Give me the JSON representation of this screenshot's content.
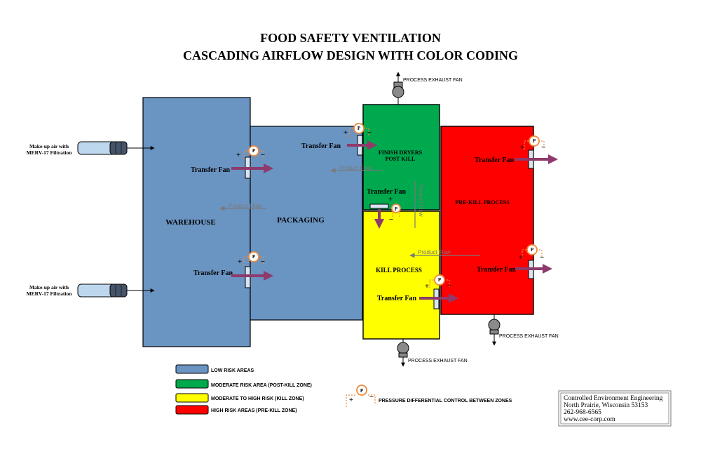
{
  "title": {
    "line1": "FOOD SAFETY VENTILATION",
    "line2": "CASCADING AIRFLOW DESIGN WITH COLOR CODING"
  },
  "zones": {
    "warehouse": "WAREHOUSE",
    "packaging": "PACKAGING",
    "finish_line1": "FINISH DRYERS",
    "finish_line2": "POST  KILL",
    "kill": "KILL PROCESS",
    "prekill": "PRE-KILL PROCESS"
  },
  "labels": {
    "transfer_fan": "Transfer Fan",
    "product_flow": "Product Flow",
    "process_exhaust_fan": "PROCESS EXHAUST FAN",
    "makeup_line1": "Make-up air with",
    "makeup_line2": "MERV-17 Filtration",
    "p": "P",
    "plus": "+",
    "minus": "−"
  },
  "legend": {
    "low": "LOW RISK AREAS",
    "moderate": "MODERATE RISK AREA (POST-KILL ZONE)",
    "mod_high": "MODERATE TO HIGH RISK (KILL ZONE)",
    "high": "HIGH RISK AREAS (PRE-KILL ZONE)",
    "pressure": "PRESSURE DIFFERENTIAL CONTROL BETWEEN ZONES"
  },
  "company": {
    "name": "Controlled Environment Engineering",
    "city": "North Prairie, Wisconsin  53153",
    "phone": "262-968-6565",
    "web": "www.cee-corp.com"
  },
  "colors": {
    "low_risk": "#6a94c2",
    "moderate_risk": "#00a84e",
    "moderate_high_risk": "#ffff00",
    "high_risk": "#ff0000",
    "transfer_arrow": "#8e3a6b",
    "pressure_sensor": "#f08a3c"
  }
}
